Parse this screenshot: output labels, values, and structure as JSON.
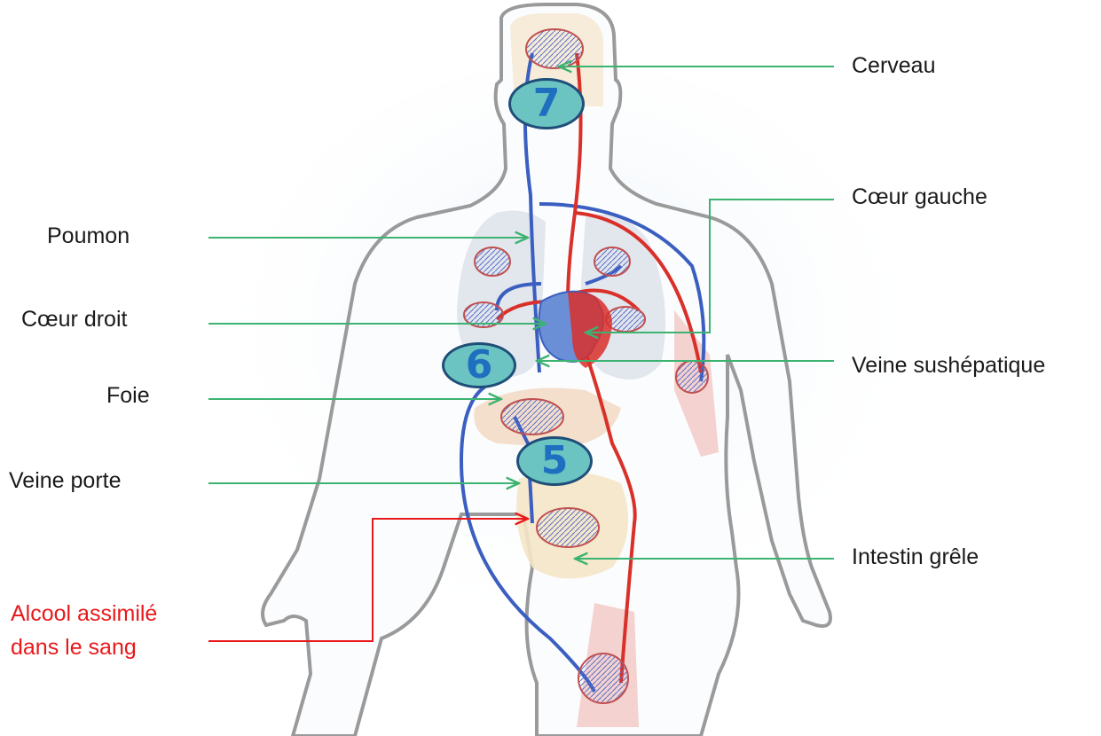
{
  "labels": {
    "cerveau": "Cerveau",
    "coeur_gauche": "Cœur gauche",
    "poumon": "Poumon",
    "coeur_droit": "Cœur droit",
    "veine_sushepatique": "Veine sushépatique",
    "foie": "Foie",
    "veine_porte": "Veine porte",
    "intestin_grele": "Intestin grêle",
    "alcool_line1": "Alcool assimilé",
    "alcool_line2": "dans le sang"
  },
  "steps": {
    "step7": "7",
    "step6": "6",
    "step5": "5"
  },
  "colors": {
    "pointer_green": "#3cb371",
    "pointer_red": "#e8191b",
    "vein_blue": "#3b5fc0",
    "artery_red": "#d9302a",
    "badge_fill": "#6bc4c1",
    "badge_stroke": "#1f4e79",
    "body_outline": "#9a9a9a"
  }
}
